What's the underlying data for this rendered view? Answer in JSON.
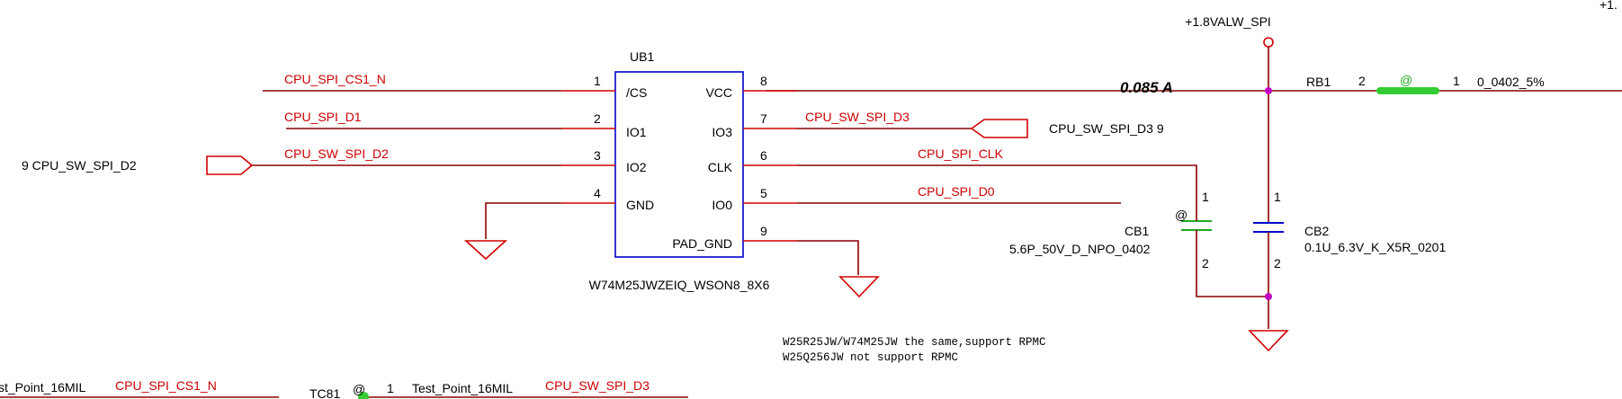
{
  "power": {
    "vcc_label": "+1.8VALW_SPI",
    "corner_label": "+1."
  },
  "chip": {
    "ref": "UB1",
    "part": "W74M25JWZEIQ_WSON8_8X6",
    "pins_left": [
      {
        "num": "1",
        "name": "/CS"
      },
      {
        "num": "2",
        "name": "IO1"
      },
      {
        "num": "3",
        "name": "IO2"
      },
      {
        "num": "4",
        "name": "GND"
      }
    ],
    "pins_right": [
      {
        "num": "8",
        "name": "VCC"
      },
      {
        "num": "7",
        "name": "IO3"
      },
      {
        "num": "6",
        "name": "CLK"
      },
      {
        "num": "5",
        "name": "IO0"
      },
      {
        "num": "9",
        "name": "PAD_GND"
      }
    ]
  },
  "nets": {
    "cs1": "CPU_SPI_CS1_N",
    "d1": "CPU_SPI_D1",
    "sw_d2": "CPU_SW_SPI_D2",
    "sw_d3": "CPU_SW_SPI_D3",
    "clk": "CPU_SPI_CLK",
    "d0": "CPU_SPI_D0"
  },
  "offpage": {
    "left_label": "9  CPU_SW_SPI_D2",
    "right_label": "CPU_SW_SPI_D3    9"
  },
  "current": "0.085 A",
  "rb1": {
    "ref": "RB1",
    "pin2": "2",
    "pin1": "1",
    "value": "0_0402_5%",
    "mark": "@"
  },
  "cb1": {
    "ref": "CB1",
    "value": "5.6P_50V_D_NPO_0402",
    "mark": "@",
    "pin1": "1",
    "pin2": "2"
  },
  "cb2": {
    "ref": "CB2",
    "value": "0.1U_6.3V_K_X5R_0201",
    "pin1": "1",
    "pin2": "2"
  },
  "note": {
    "line1": "W25R25JW/W74M25JW the same,support RPMC",
    "line2": "W25Q256JW not support RPMC"
  },
  "testpoints": {
    "left_tp": "st_Point_16MIL",
    "left_net": "CPU_SPI_CS1_N",
    "ref": "TC81",
    "mark": "@",
    "pin": "1",
    "right_tp": "Test_Point_16MIL",
    "right_net": "CPU_SW_SPI_D3"
  },
  "colors": {
    "net_label": "#cc0000",
    "wire": "#8b0000",
    "chip_outline": "#0000cc",
    "junction": "#c000c0",
    "resistor_body": "#33cc33"
  }
}
